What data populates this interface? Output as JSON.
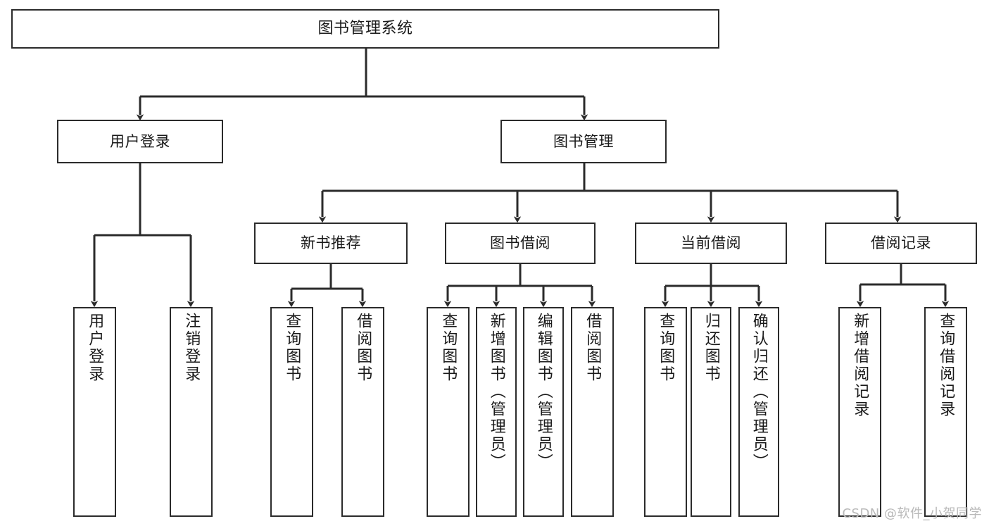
{
  "diagram": {
    "title": "图书管理系统",
    "watermark": "CSDN @软件_小贺同学",
    "edge_color": "#2b2b2b",
    "box_border_color": "#2b2b2b",
    "background": "#ffffff"
  },
  "nodes": {
    "root": {
      "label": "图书管理系统"
    },
    "level2": [
      {
        "label": "用户登录"
      },
      {
        "label": "图书管理"
      }
    ],
    "level3": [
      {
        "label": "新书推荐"
      },
      {
        "label": "图书借阅"
      },
      {
        "label": "当前借阅"
      },
      {
        "label": "借阅记录"
      }
    ],
    "leaves": {
      "user_login": [
        {
          "label": "用户登录"
        },
        {
          "label": "注销登录"
        }
      ],
      "new_book": [
        {
          "label": "查询图书"
        },
        {
          "label": "借阅图书"
        }
      ],
      "book_borrow": [
        {
          "label": "查询图书"
        },
        {
          "label": "新增图书（管理员）"
        },
        {
          "label": "编辑图书（管理员）"
        },
        {
          "label": "借阅图书"
        }
      ],
      "current_borrow": [
        {
          "label": "查询图书"
        },
        {
          "label": "归还图书"
        },
        {
          "label": "确认归还（管理员）"
        }
      ],
      "borrow_record": [
        {
          "label": "新增借阅记录"
        },
        {
          "label": "查询借阅记录"
        }
      ]
    }
  },
  "chart_data": {
    "type": "tree",
    "title": "图书管理系统",
    "orientation": "top-down",
    "levels": 4,
    "tree": {
      "name": "图书管理系统",
      "children": [
        {
          "name": "用户登录",
          "children": [
            {
              "name": "用户登录"
            },
            {
              "name": "注销登录"
            }
          ]
        },
        {
          "name": "图书管理",
          "children": [
            {
              "name": "新书推荐",
              "children": [
                {
                  "name": "查询图书"
                },
                {
                  "name": "借阅图书"
                }
              ]
            },
            {
              "name": "图书借阅",
              "children": [
                {
                  "name": "查询图书"
                },
                {
                  "name": "新增图书（管理员）"
                },
                {
                  "name": "编辑图书（管理员）"
                },
                {
                  "name": "借阅图书"
                }
              ]
            },
            {
              "name": "当前借阅",
              "children": [
                {
                  "name": "查询图书"
                },
                {
                  "name": "归还图书"
                },
                {
                  "name": "确认归还（管理员）"
                }
              ]
            },
            {
              "name": "借阅记录",
              "children": [
                {
                  "name": "新增借阅记录"
                },
                {
                  "name": "查询借阅记录"
                }
              ]
            }
          ]
        }
      ]
    }
  }
}
